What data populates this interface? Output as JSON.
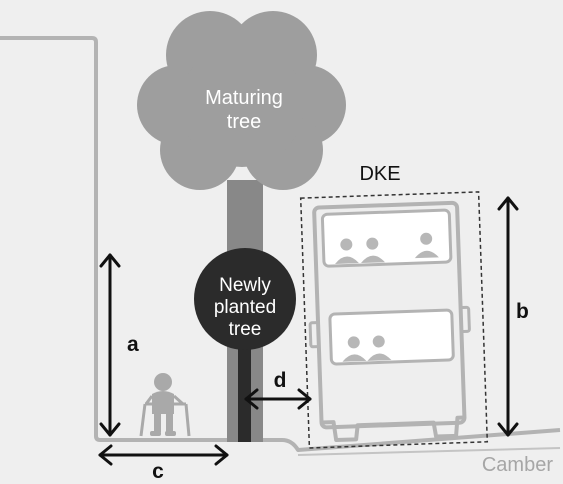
{
  "labels": {
    "maturing_tree": [
      "Maturing",
      "tree"
    ],
    "newly_planted_tree": [
      "Newly",
      "planted",
      "tree"
    ],
    "bus": "DKE",
    "dim_a": "a",
    "dim_b": "b",
    "dim_c": "c",
    "dim_d": "d",
    "camber": "Camber"
  },
  "colors": {
    "background": "#efefef",
    "outline": "#b3b3b3",
    "tree_gray": "#9e9e9e",
    "tree_trunk": "#777777",
    "new_tree": "#2b2b2b",
    "bus_fill": "#eeeeee",
    "bus_window": "#ffffff",
    "passenger": "#b7b7b7",
    "arrow": "#111111",
    "camber_text": "#a6a6a6"
  }
}
